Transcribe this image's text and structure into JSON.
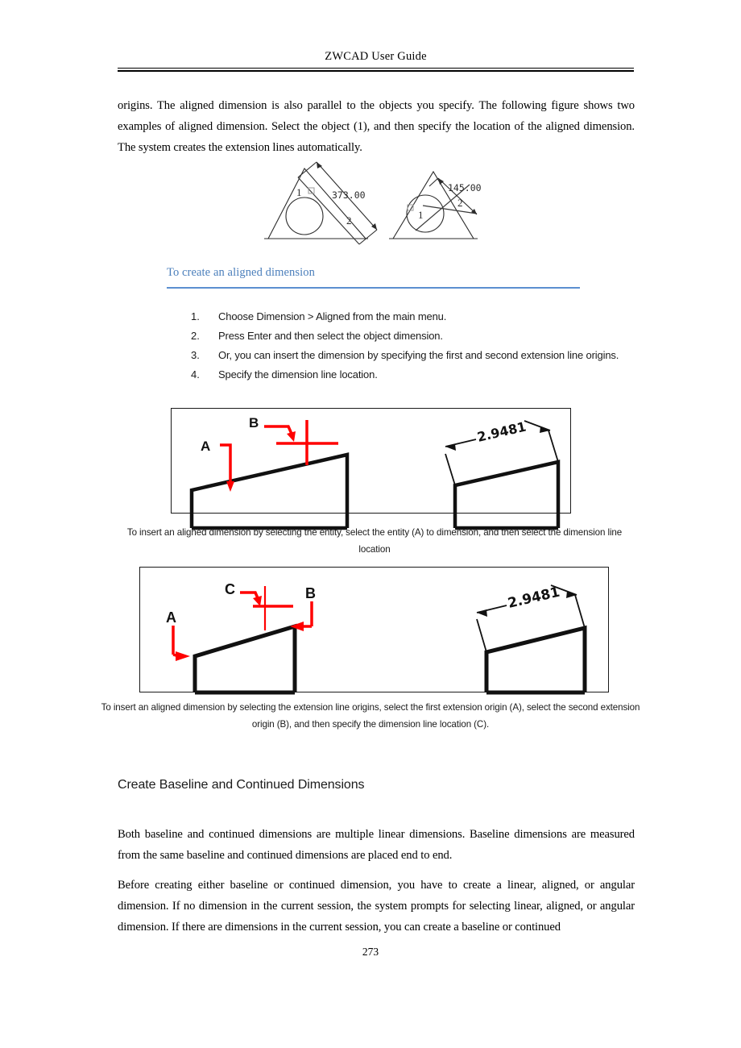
{
  "header": {
    "title": "ZWCAD User Guide"
  },
  "intro": {
    "text": "origins. The aligned dimension is also parallel to the objects you specify. The following figure shows two examples of aligned dimension. Select the object (1), and then specify the location of the aligned dimension. The system creates the extension lines automatically."
  },
  "triangle_figure": {
    "name": "aligned-dimension-examples",
    "left_example": {
      "object_label": "1",
      "dimension_location_label": "2",
      "dimension_value": "373.00"
    },
    "right_example": {
      "object_label": "1",
      "dimension_location_label": "2",
      "dimension_value": "145.00"
    }
  },
  "subheading": {
    "text": "To create an aligned dimension",
    "color": "#4a7ebb",
    "rule_color": "#5b8fd0"
  },
  "steps": [
    {
      "num": "1.",
      "text": "Choose Dimension > Aligned from the main menu."
    },
    {
      "num": "2.",
      "text": "Press Enter and then select the object dimension."
    },
    {
      "num": "3.",
      "text": "Or, you can insert the dimension by specifying the first and second extension line origins."
    },
    {
      "num": "4.",
      "text": "Specify the dimension line location."
    }
  ],
  "figure_1": {
    "marker_color": "#ff0000",
    "label_a": "A",
    "label_b": "B",
    "dimension_value": "2.9481",
    "caption": "To insert an aligned dimension by selecting the entity, select the entity (A) to dimension, and then select the dimension line location"
  },
  "figure_2": {
    "marker_color": "#ff0000",
    "label_a": "A",
    "label_b": "B",
    "label_c": "C",
    "dimension_value": "2.9481",
    "caption": "To insert an aligned dimension by selecting the extension line origins, select the first extension origin (A), select the second extension origin (B), and then specify the dimension line location (C)."
  },
  "section": {
    "heading": "Create Baseline and Continued Dimensions",
    "paragraph_1": "Both baseline and continued dimensions are multiple linear dimensions. Baseline dimensions are measured from the same baseline and continued dimensions are placed end to end.",
    "paragraph_2": "Before creating either baseline or continued dimension, you have to create a linear, aligned, or angular dimension. If no dimension in the current session, the system prompts for selecting linear, aligned, or angular dimension. If there are dimensions in the current session, you can create a baseline or continued"
  },
  "footer": {
    "page_number": "273"
  }
}
